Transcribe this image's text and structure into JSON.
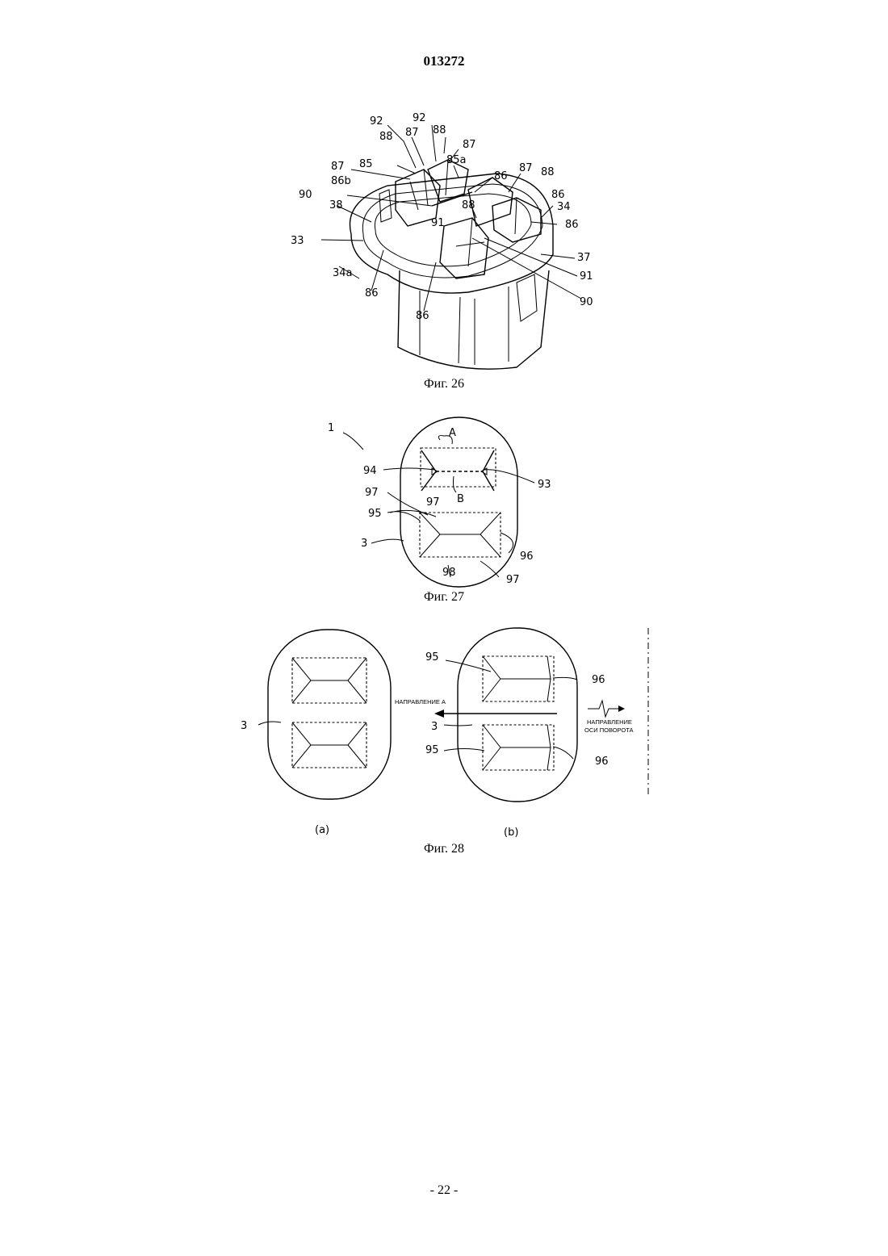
{
  "document": {
    "patent_number": "013272",
    "page_number": "- 22 -"
  },
  "figure26": {
    "caption": "Фиг. 26",
    "labels": {
      "l92a": "92",
      "l92b": "92",
      "l88a": "88",
      "l87a": "87",
      "l88b": "88",
      "l87b": "87",
      "l87c": "87",
      "l85": "85",
      "l85a": "85a",
      "l86b": "86b",
      "l86a": "86",
      "l87d": "87",
      "l88c": "88",
      "l90a": "90",
      "l88d": "88",
      "l86c": "86",
      "l38": "38",
      "l34": "34",
      "l91a": "91",
      "l86d": "86",
      "l33": "33",
      "l37": "37",
      "l34a": "34a",
      "l91b": "91",
      "l86e": "86",
      "l90b": "90",
      "l86f": "86"
    }
  },
  "figure27": {
    "caption": "Фиг. 27",
    "labels": {
      "l1": "1",
      "lA": "A",
      "l94": "94",
      "l93": "93",
      "lB": "B",
      "l97a": "97",
      "l97b": "97",
      "l95": "95",
      "l3": "3",
      "l96": "96",
      "l98": "98",
      "l97c": "97"
    }
  },
  "figure28": {
    "caption": "Фиг. 28",
    "direction_a_label": "НАПРАВЛЕНИЕ А",
    "rotation_axis_label_line1": "НАПРАВЛЕНИЕ",
    "rotation_axis_label_line2": "ОСИ ПОВОРОТА",
    "sub_a": "(a)",
    "sub_b": "(b)",
    "labels": {
      "l3a": "3",
      "l95a": "95",
      "l96a": "96",
      "l3b": "3",
      "l95b": "95",
      "l96b": "96"
    }
  }
}
